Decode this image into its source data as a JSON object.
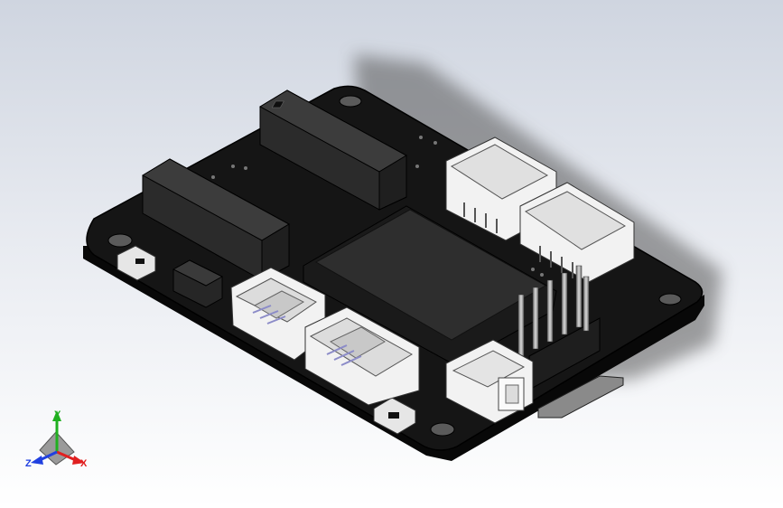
{
  "viewport": {
    "background_top": "#cfd5e0",
    "background_bottom": "#ffffff"
  },
  "model": {
    "board_color": "#141414",
    "connector_color": "#f2f2f2",
    "header_color": "#2b2b2b",
    "chip_color": "#1f1f1f",
    "pin_color": "#9a9a9a"
  },
  "triad": {
    "x_label": "X",
    "y_label": "Y",
    "z_label": "Z",
    "x_color": "#e02020",
    "y_color": "#20b020",
    "z_color": "#2040e0"
  }
}
